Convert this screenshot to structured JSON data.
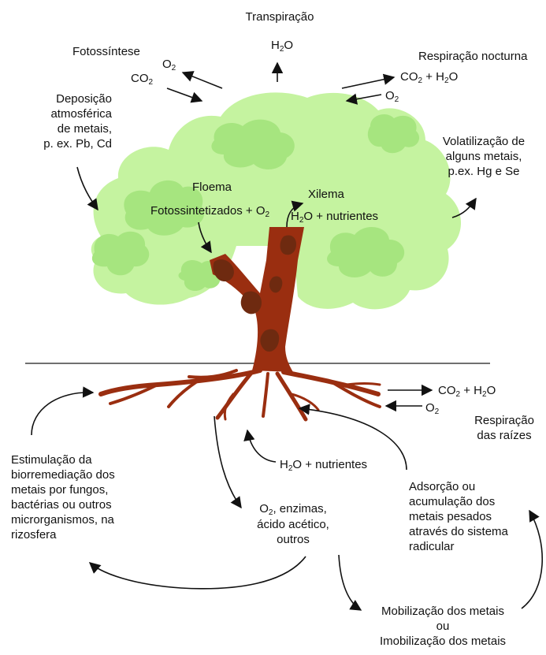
{
  "labels": {
    "transpiracao": "Transpiração",
    "h2o_top": "H",
    "h2o_top_sub": "2",
    "h2o_top_end": "O",
    "fotossintese": "Fotossíntese",
    "o2_top": "O",
    "o2_top_sub": "2",
    "co2_top": "CO",
    "co2_top_sub": "2",
    "resp_nocturna": "Respiração nocturna",
    "co2_h2o_top_a": "CO",
    "co2_h2o_top_a_sub": "2",
    "co2_h2o_top_b": " + H",
    "co2_h2o_top_b_sub": "2",
    "co2_h2o_top_c": "O",
    "o2_right_top": "O",
    "o2_right_top_sub": "2",
    "deposicao": "Deposição\natmosférica\nde metais,\np. ex. Pb, Cd",
    "volatilizacao": "Volatilização de\nalguns metais,\np.ex. Hg e Se",
    "floema": "Floema",
    "fotossintetizados": "Fotossintetizados + O",
    "fotossintetizados_sub": "2",
    "xilema": "Xilema",
    "h2o_nutr_top_a": "H",
    "h2o_nutr_top_sub": "2",
    "h2o_nutr_top_b": "O + nutrientes",
    "co2_h2o_root_a": "CO",
    "co2_h2o_root_a_sub": "2",
    "co2_h2o_root_b": " + H",
    "co2_h2o_root_b_sub": "2",
    "co2_h2o_root_c": "O",
    "o2_root": "O",
    "o2_root_sub": "2",
    "resp_raizes": "Respiração\ndas raízes",
    "estimulacao": "Estimulação da\nbiorremediação dos\nmetais por fungos,\nbactérias ou outros\nmicrorganismos, na\nrizosfera",
    "h2o_nutr_root_a": "H",
    "h2o_nutr_root_sub": "2",
    "h2o_nutr_root_b": "O + nutrientes",
    "adsorcao": "Adsorção ou\nacumulação dos\nmetais pesados\natravés do sistema\nradicular",
    "o2_enzimas_a": "O",
    "o2_enzimas_sub": "2",
    "o2_enzimas_b": ", enzimas,",
    "acido": "ácido acético,\noutros",
    "mobilizacao": "Mobilização dos metais\nou\nImobilização dos metais"
  },
  "colors": {
    "canopy_light": "#c5f3a0",
    "canopy_mid": "#a6e57f",
    "trunk": "#9a2e10",
    "trunk_dark": "#6e2a10",
    "ground_line": "#707070",
    "arrow": "#111111"
  }
}
